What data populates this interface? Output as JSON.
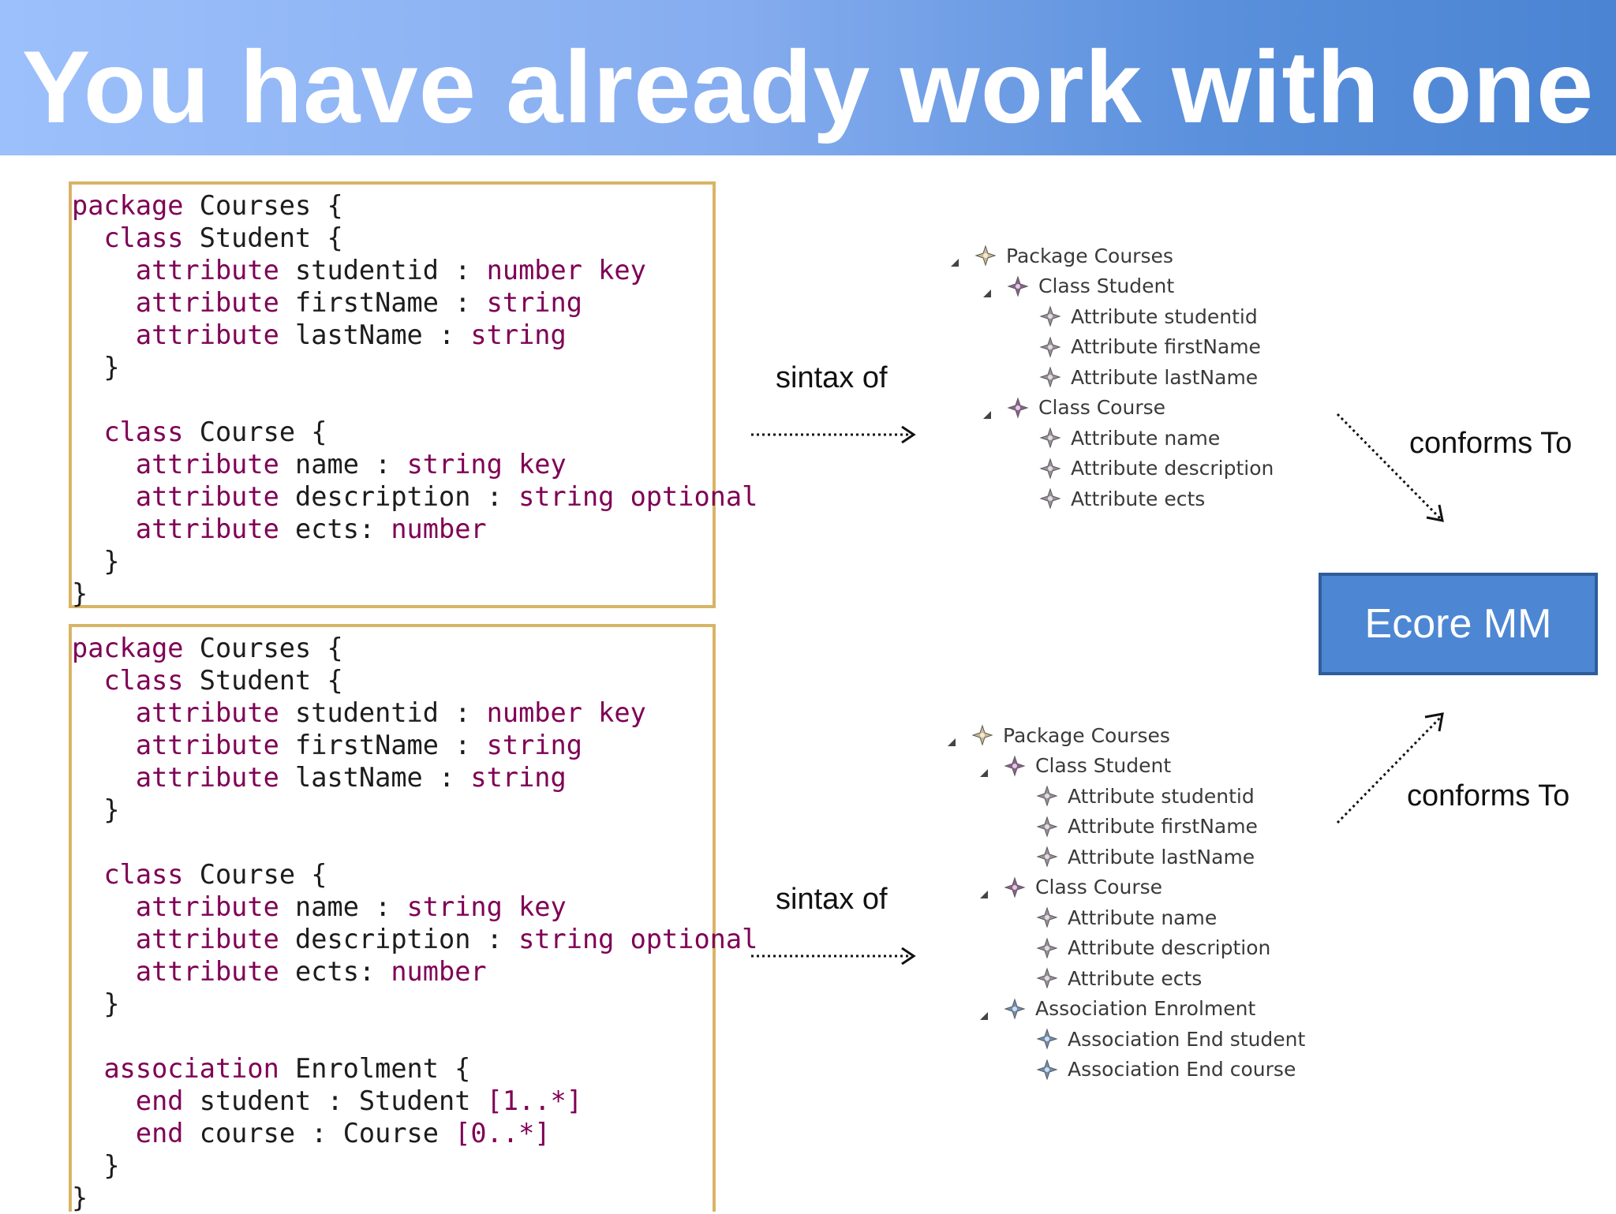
{
  "title": "You have already work with one",
  "code_top": [
    [
      {
        "t": "package",
        "k": true
      },
      {
        "t": " Courses {"
      }
    ],
    [
      {
        "t": "  "
      },
      {
        "t": "class",
        "k": true
      },
      {
        "t": " Student {"
      }
    ],
    [
      {
        "t": "    "
      },
      {
        "t": "attribute",
        "k": true
      },
      {
        "t": " studentid : "
      },
      {
        "t": "number",
        "k": true
      },
      {
        "t": " "
      },
      {
        "t": "key",
        "k": true
      }
    ],
    [
      {
        "t": "    "
      },
      {
        "t": "attribute",
        "k": true
      },
      {
        "t": " firstName : "
      },
      {
        "t": "string",
        "k": true
      }
    ],
    [
      {
        "t": "    "
      },
      {
        "t": "attribute",
        "k": true
      },
      {
        "t": " lastName : "
      },
      {
        "t": "string",
        "k": true
      }
    ],
    [
      {
        "t": "  }"
      }
    ],
    [
      {
        "t": ""
      }
    ],
    [
      {
        "t": "  "
      },
      {
        "t": "class",
        "k": true
      },
      {
        "t": " Course {"
      }
    ],
    [
      {
        "t": "    "
      },
      {
        "t": "attribute",
        "k": true
      },
      {
        "t": " name : "
      },
      {
        "t": "string",
        "k": true
      },
      {
        "t": " "
      },
      {
        "t": "key",
        "k": true
      }
    ],
    [
      {
        "t": "    "
      },
      {
        "t": "attribute",
        "k": true
      },
      {
        "t": " description : "
      },
      {
        "t": "string",
        "k": true
      },
      {
        "t": " "
      },
      {
        "t": "optional",
        "k": true
      }
    ],
    [
      {
        "t": "    "
      },
      {
        "t": "attribute",
        "k": true
      },
      {
        "t": " ects: "
      },
      {
        "t": "number",
        "k": true
      }
    ],
    [
      {
        "t": "  }"
      }
    ],
    [
      {
        "t": "}"
      }
    ]
  ],
  "code_bottom": [
    [
      {
        "t": "package",
        "k": true
      },
      {
        "t": " Courses {"
      }
    ],
    [
      {
        "t": "  "
      },
      {
        "t": "class",
        "k": true
      },
      {
        "t": " Student {"
      }
    ],
    [
      {
        "t": "    "
      },
      {
        "t": "attribute",
        "k": true
      },
      {
        "t": " studentid : "
      },
      {
        "t": "number",
        "k": true
      },
      {
        "t": " "
      },
      {
        "t": "key",
        "k": true
      }
    ],
    [
      {
        "t": "    "
      },
      {
        "t": "attribute",
        "k": true
      },
      {
        "t": " firstName : "
      },
      {
        "t": "string",
        "k": true
      }
    ],
    [
      {
        "t": "    "
      },
      {
        "t": "attribute",
        "k": true
      },
      {
        "t": " lastName : "
      },
      {
        "t": "string",
        "k": true
      }
    ],
    [
      {
        "t": "  }"
      }
    ],
    [
      {
        "t": ""
      }
    ],
    [
      {
        "t": "  "
      },
      {
        "t": "class",
        "k": true
      },
      {
        "t": " Course {"
      }
    ],
    [
      {
        "t": "    "
      },
      {
        "t": "attribute",
        "k": true
      },
      {
        "t": " name : "
      },
      {
        "t": "string",
        "k": true
      },
      {
        "t": " "
      },
      {
        "t": "key",
        "k": true
      }
    ],
    [
      {
        "t": "    "
      },
      {
        "t": "attribute",
        "k": true
      },
      {
        "t": " description : "
      },
      {
        "t": "string",
        "k": true
      },
      {
        "t": " "
      },
      {
        "t": "optional",
        "k": true
      }
    ],
    [
      {
        "t": "    "
      },
      {
        "t": "attribute",
        "k": true
      },
      {
        "t": " ects: "
      },
      {
        "t": "number",
        "k": true
      }
    ],
    [
      {
        "t": "  }"
      }
    ],
    [
      {
        "t": ""
      }
    ],
    [
      {
        "t": "  "
      },
      {
        "t": "association",
        "k": true
      },
      {
        "t": " Enrolment {"
      }
    ],
    [
      {
        "t": "    "
      },
      {
        "t": "end",
        "k": true
      },
      {
        "t": " student : Student "
      },
      {
        "t": "[1..*]",
        "k": true
      }
    ],
    [
      {
        "t": "    "
      },
      {
        "t": "end",
        "k": true
      },
      {
        "t": " course : Course "
      },
      {
        "t": "[0..*]",
        "k": true
      }
    ],
    [
      {
        "t": "  }"
      }
    ],
    [
      {
        "t": "}"
      }
    ]
  ],
  "labels": {
    "syntax_top": "sintax of",
    "syntax_bottom": "sintax of",
    "conforms_top": "conforms To",
    "conforms_bottom": "conforms To",
    "ecore": "Ecore MM"
  },
  "tree_top": [
    {
      "label": "Package Courses",
      "level": 0,
      "expanded": true,
      "icon": "package-icon"
    },
    {
      "label": "Class Student",
      "level": 1,
      "expanded": true,
      "icon": "class-icon"
    },
    {
      "label": "Attribute studentid",
      "level": 2,
      "icon": "attribute-icon"
    },
    {
      "label": "Attribute firstName",
      "level": 2,
      "icon": "attribute-icon"
    },
    {
      "label": "Attribute lastName",
      "level": 2,
      "icon": "attribute-icon"
    },
    {
      "label": "Class Course",
      "level": 1,
      "expanded": true,
      "icon": "class-icon"
    },
    {
      "label": "Attribute name",
      "level": 2,
      "icon": "attribute-icon"
    },
    {
      "label": "Attribute description",
      "level": 2,
      "icon": "attribute-icon"
    },
    {
      "label": "Attribute ects",
      "level": 2,
      "icon": "attribute-icon"
    }
  ],
  "tree_bottom": [
    {
      "label": "Package Courses",
      "level": 0,
      "expanded": true,
      "icon": "package-icon"
    },
    {
      "label": "Class Student",
      "level": 1,
      "expanded": true,
      "icon": "class-icon"
    },
    {
      "label": "Attribute studentid",
      "level": 2,
      "icon": "attribute-icon"
    },
    {
      "label": "Attribute firstName",
      "level": 2,
      "icon": "attribute-icon"
    },
    {
      "label": "Attribute lastName",
      "level": 2,
      "icon": "attribute-icon"
    },
    {
      "label": "Class Course",
      "level": 1,
      "expanded": true,
      "icon": "class-icon"
    },
    {
      "label": "Attribute name",
      "level": 2,
      "icon": "attribute-icon"
    },
    {
      "label": "Attribute description",
      "level": 2,
      "icon": "attribute-icon"
    },
    {
      "label": "Attribute ects",
      "level": 2,
      "icon": "attribute-icon"
    },
    {
      "label": "Association Enrolment",
      "level": 1,
      "expanded": true,
      "icon": "association-icon"
    },
    {
      "label": "Association End student",
      "level": 2,
      "icon": "association-end-icon"
    },
    {
      "label": "Association End course",
      "level": 2,
      "icon": "association-end-icon"
    }
  ],
  "colors": {
    "keyword": "#7f0055",
    "code_border": "#d9b466",
    "ecore_fill": "#4d87d3",
    "package_icon": "#c9b98a",
    "class_icon": "#8e5f8e",
    "association_icon": "#6c8fb5"
  }
}
